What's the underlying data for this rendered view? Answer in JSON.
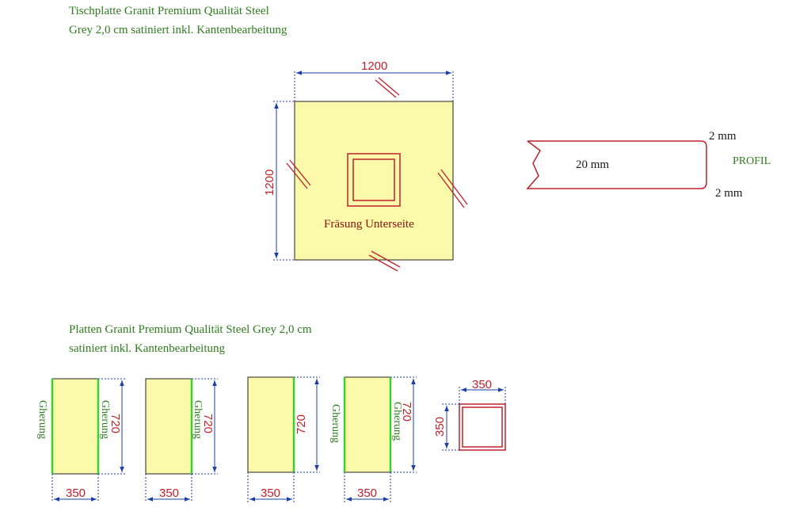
{
  "top_title": {
    "line1": "Tischplatte Granit Premium Qualität Steel",
    "line2": "Grey 2,0 cm satiniert inkl. Kantenbearbeitung"
  },
  "table_top": {
    "width_label": "1200",
    "height_label": "1200",
    "cutout_label": "Fräsung Unterseite"
  },
  "profile": {
    "thickness_label": "20 mm",
    "top_chamfer_label": "2 mm",
    "bottom_chamfer_label": "2 mm",
    "title": "PROFIL"
  },
  "panels_title": {
    "line1": "Platten Granit Premium Qualität Steel Grey 2,0 cm",
    "line2": "satiniert inkl. Kantenbearbeitung"
  },
  "panels": [
    {
      "width_label": "350",
      "height_label": "720",
      "left_label": "Gherung",
      "right_label": "Gherung"
    },
    {
      "width_label": "350",
      "height_label": "720",
      "left_label": "",
      "right_label": "Gherung"
    },
    {
      "width_label": "350",
      "height_label": "720",
      "left_label": "Gherung",
      "right_label": ""
    },
    {
      "width_label": "350",
      "height_label": "720",
      "left_label": "",
      "right_label": "Gherung"
    }
  ],
  "small_square": {
    "width_label": "350",
    "height_label": "350"
  },
  "colors": {
    "plate_fill": "#fafaaa",
    "dimension_red": "#c0202a",
    "dimension_blue": "#1a3fa8",
    "miter_green": "#3cd02a",
    "text_green": "#2e7d1e"
  }
}
